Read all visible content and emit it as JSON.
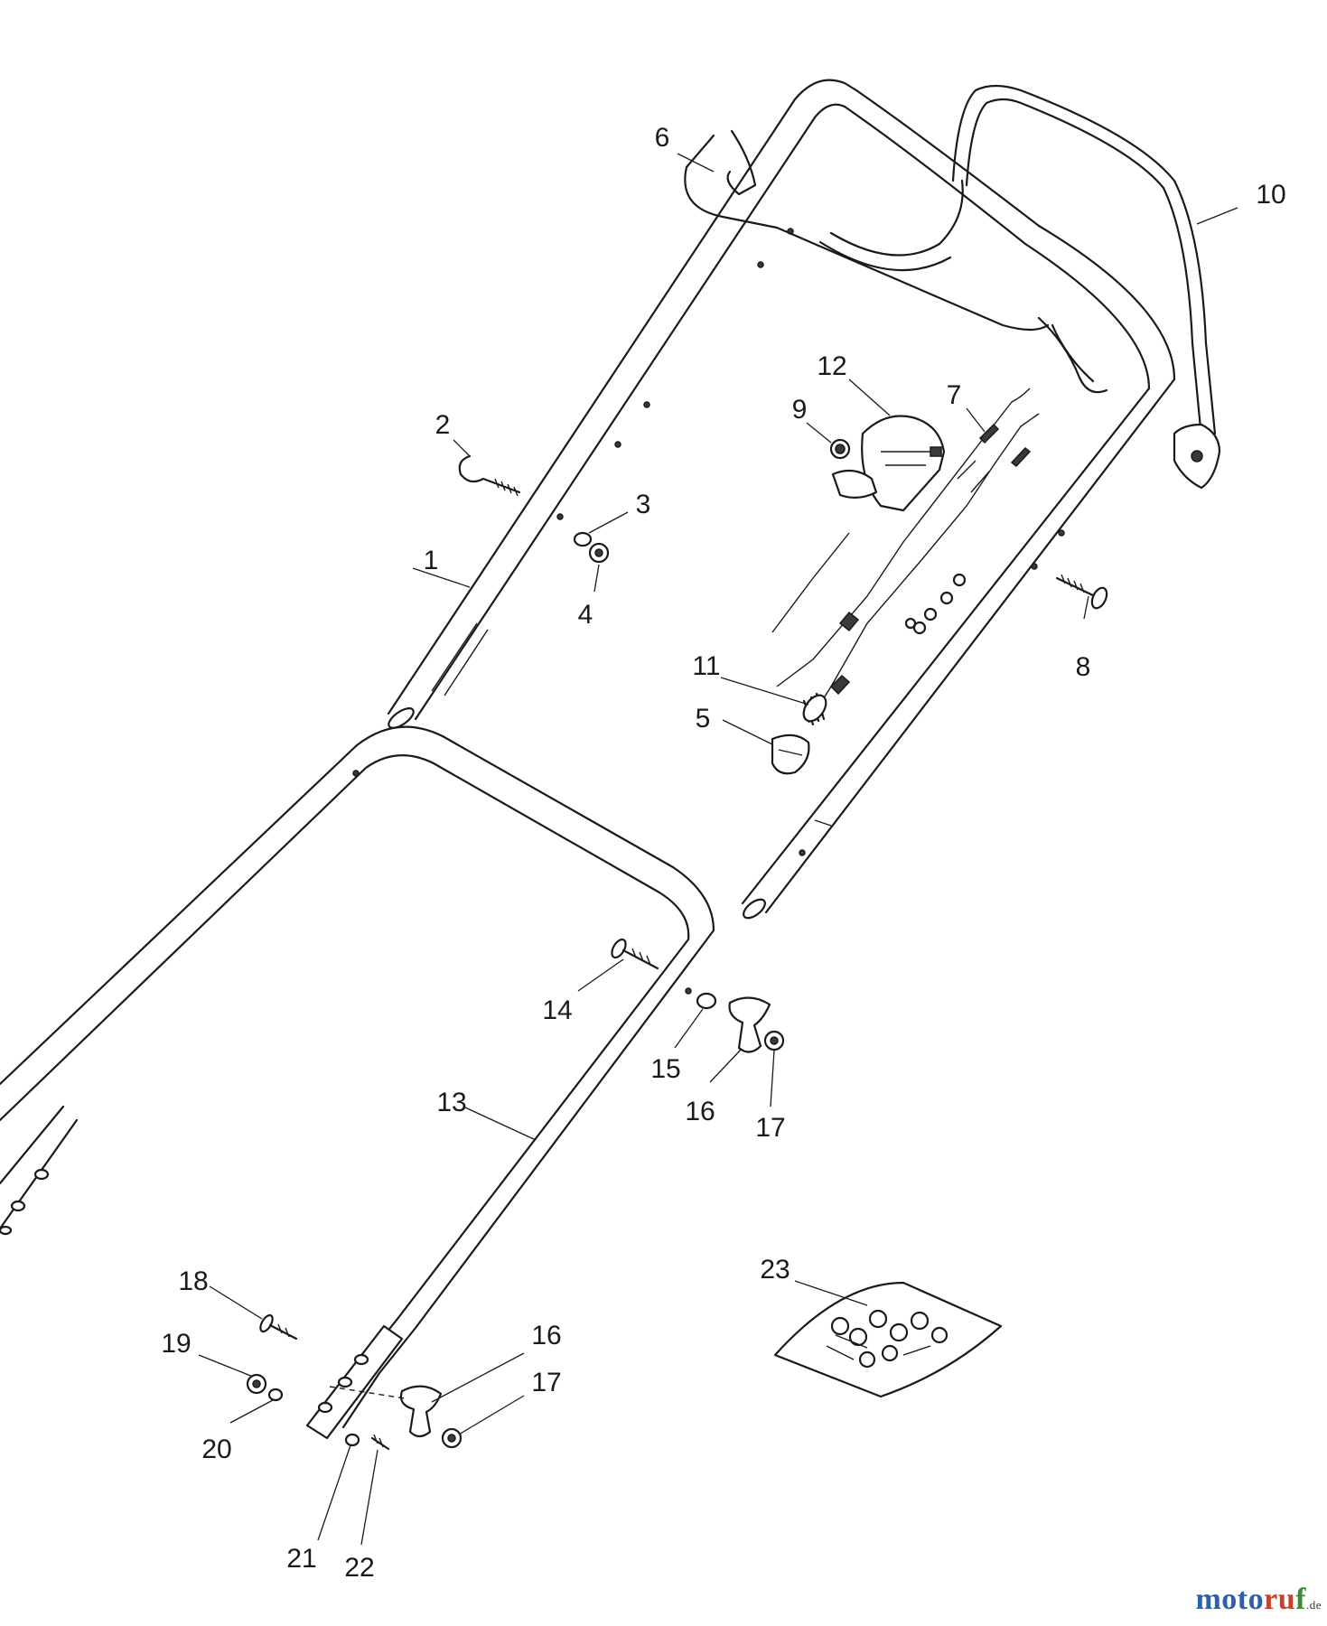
{
  "callouts": [
    {
      "id": "1",
      "text": "1"
    },
    {
      "id": "2",
      "text": "2"
    },
    {
      "id": "3",
      "text": "3"
    },
    {
      "id": "4",
      "text": "4"
    },
    {
      "id": "5",
      "text": "5"
    },
    {
      "id": "6",
      "text": "6"
    },
    {
      "id": "7",
      "text": "7"
    },
    {
      "id": "8",
      "text": "8"
    },
    {
      "id": "9",
      "text": "9"
    },
    {
      "id": "10",
      "text": "10"
    },
    {
      "id": "11",
      "text": "11"
    },
    {
      "id": "12",
      "text": "12"
    },
    {
      "id": "13",
      "text": "13"
    },
    {
      "id": "14",
      "text": "14"
    },
    {
      "id": "15",
      "text": "15"
    },
    {
      "id": "16a",
      "text": "16"
    },
    {
      "id": "17a",
      "text": "17"
    },
    {
      "id": "18",
      "text": "18"
    },
    {
      "id": "19",
      "text": "19"
    },
    {
      "id": "20",
      "text": "20"
    },
    {
      "id": "21",
      "text": "21"
    },
    {
      "id": "22",
      "text": "22"
    },
    {
      "id": "16b",
      "text": "16"
    },
    {
      "id": "17b",
      "text": "17"
    },
    {
      "id": "23",
      "text": "23"
    }
  ],
  "watermark": {
    "text": "motoruf",
    "tld": ".de",
    "colors": [
      "#2f5fa8",
      "#c6402a",
      "#3e8a3a"
    ]
  }
}
